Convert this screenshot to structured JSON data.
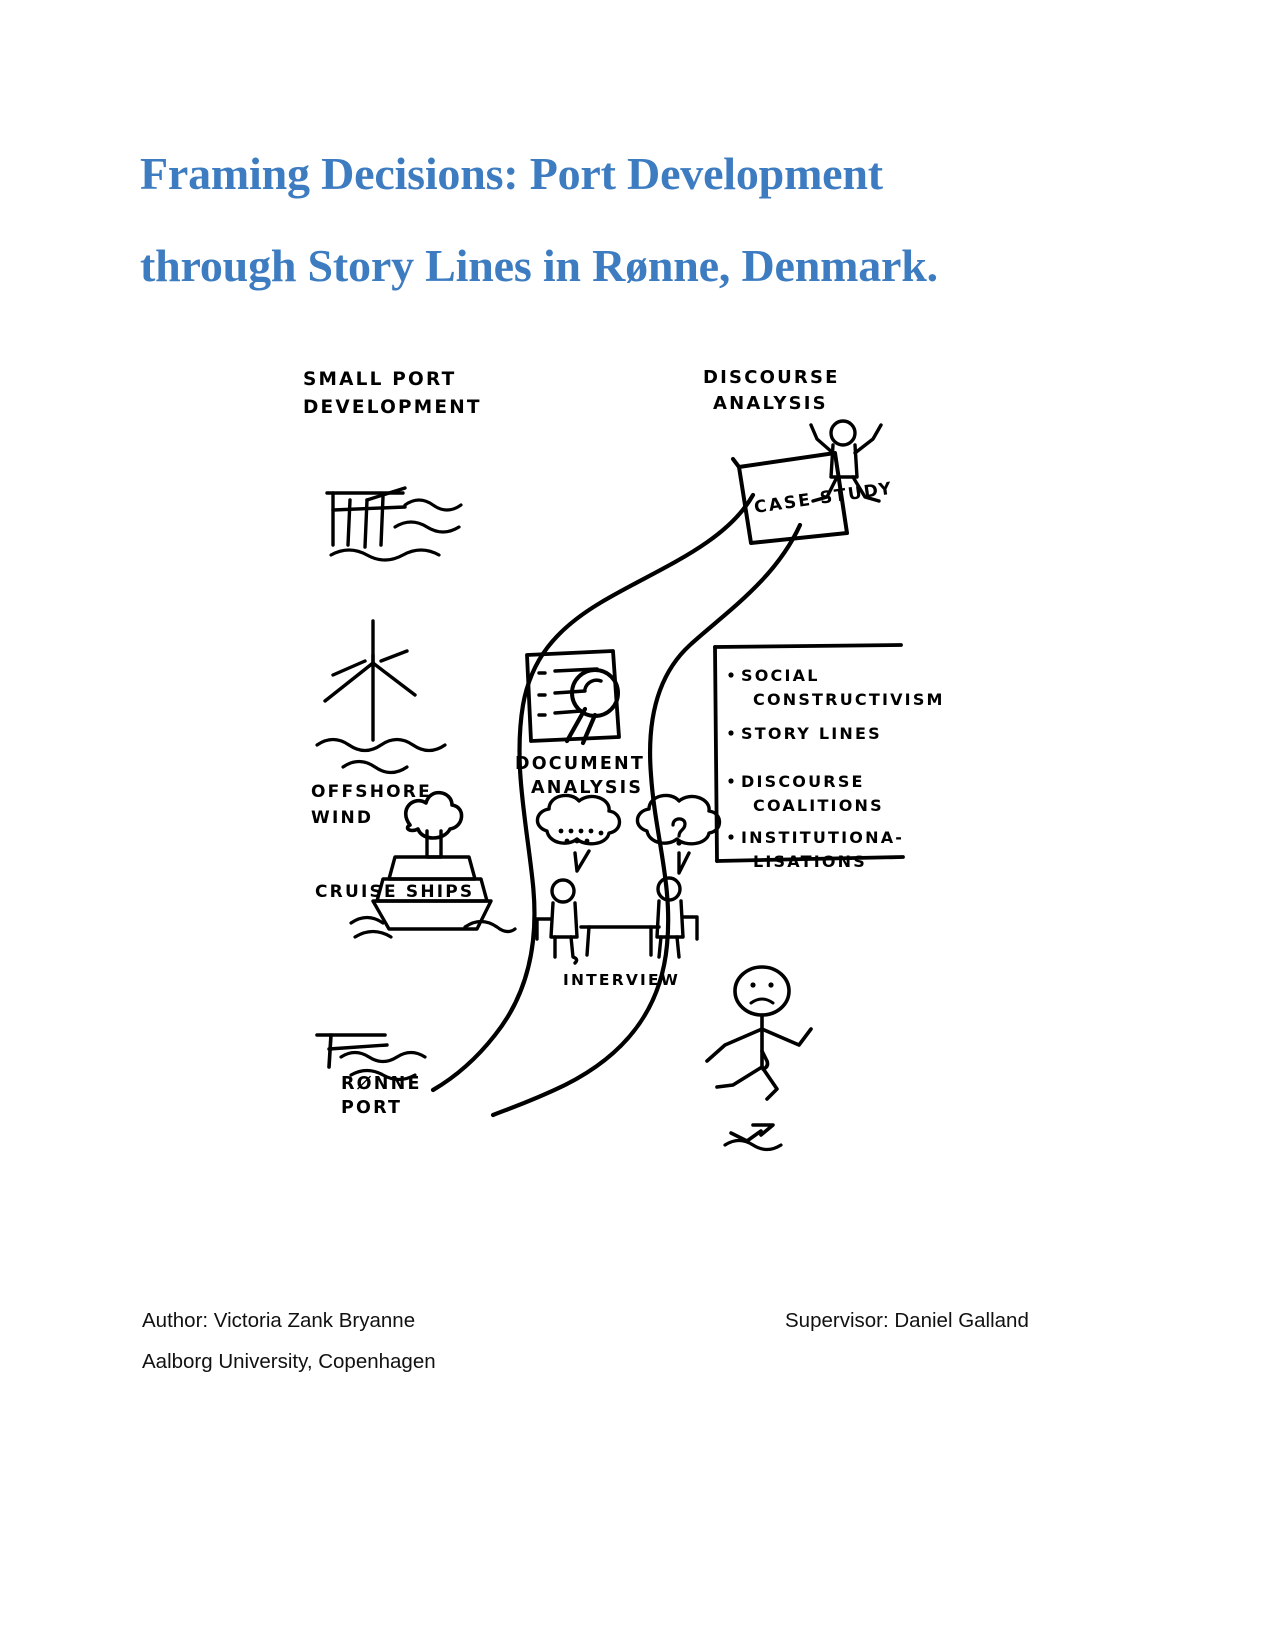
{
  "document": {
    "title_lines": [
      "Framing Decisions: Port Development",
      "through Story Lines in Rønne, Denmark."
    ],
    "title_color": "#3d7cc0"
  },
  "illustration": {
    "caption": "Hand-drawn sketch of a winding road connecting small port development topics to discourse analysis methods",
    "labels": {
      "small_port_development_line1": "SMALL PORT",
      "small_port_development_line2": "DEVELOPMENT",
      "discourse_analysis_line1": "DISCOURSE",
      "discourse_analysis_line2": "ANALYSIS",
      "case_study": "CASE STUDY",
      "offshore_wind_line1": "OFFSHORE",
      "offshore_wind_line2": "WIND",
      "cruise_ships": "CRUISE SHIPS",
      "ronne_port_line1": "RØNNE",
      "ronne_port_line2": "PORT",
      "document_analysis_line1": "DOCUMENT",
      "document_analysis_line2": "ANALYSIS",
      "interview": "INTERVIEW"
    },
    "theory_list": [
      {
        "line1": "SOCIAL",
        "line2": "CONSTRUCTIVISM"
      },
      {
        "line1": "STORY LINES",
        "line2": ""
      },
      {
        "line1": "DISCOURSE",
        "line2": "COALITIONS"
      },
      {
        "line1": "INSTITUTIONA-",
        "line2": "LISATIONS"
      }
    ]
  },
  "footer": {
    "author": "Author: Victoria Zank Bryanne",
    "institution": "Aalborg University, Copenhagen",
    "supervisor": "Supervisor: Daniel Galland"
  }
}
